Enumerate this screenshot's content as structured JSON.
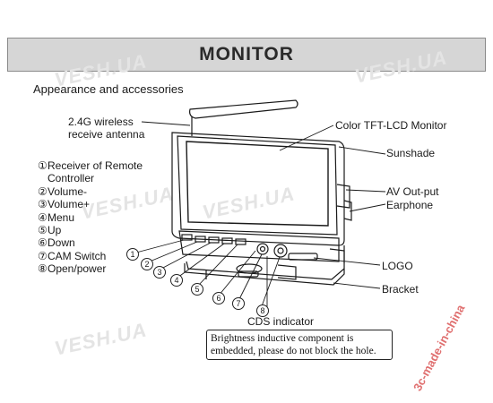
{
  "header": {
    "title": "MONITOR"
  },
  "section_title": "Appearance and accessories",
  "labels": {
    "antenna": [
      "2.4G wireless",
      "receive antenna"
    ],
    "monitor": "Color TFT-LCD Monitor",
    "sunshade": "Sunshade",
    "av_out": "AV Out-put",
    "earphone": "Earphone",
    "logo": "LOGO",
    "bracket": "Bracket",
    "cds": "CDS indicator"
  },
  "controls": [
    {
      "num": "①",
      "label": "Receiver of Remote"
    },
    {
      "num": "",
      "label": "Controller"
    },
    {
      "num": "②",
      "label": "Volume-"
    },
    {
      "num": "③",
      "label": "Volume+"
    },
    {
      "num": "④",
      "label": "Menu"
    },
    {
      "num": "⑤",
      "label": "Up"
    },
    {
      "num": "⑥",
      "label": "Down"
    },
    {
      "num": "⑦",
      "label": "CAM Switch"
    },
    {
      "num": "⑧",
      "label": "Open/power"
    }
  ],
  "callouts": [
    "1",
    "2",
    "3",
    "4",
    "5",
    "6",
    "7",
    "8"
  ],
  "note": {
    "line1": "Brightness inductive component is",
    "line2": "embedded, please do not block the hole."
  },
  "watermarks": [
    "VESH.UA",
    "VESH.UA",
    "VESH.UA",
    "VESH.UA",
    "VESH.UA"
  ],
  "side_watermark": "3c-made-in-china"
}
